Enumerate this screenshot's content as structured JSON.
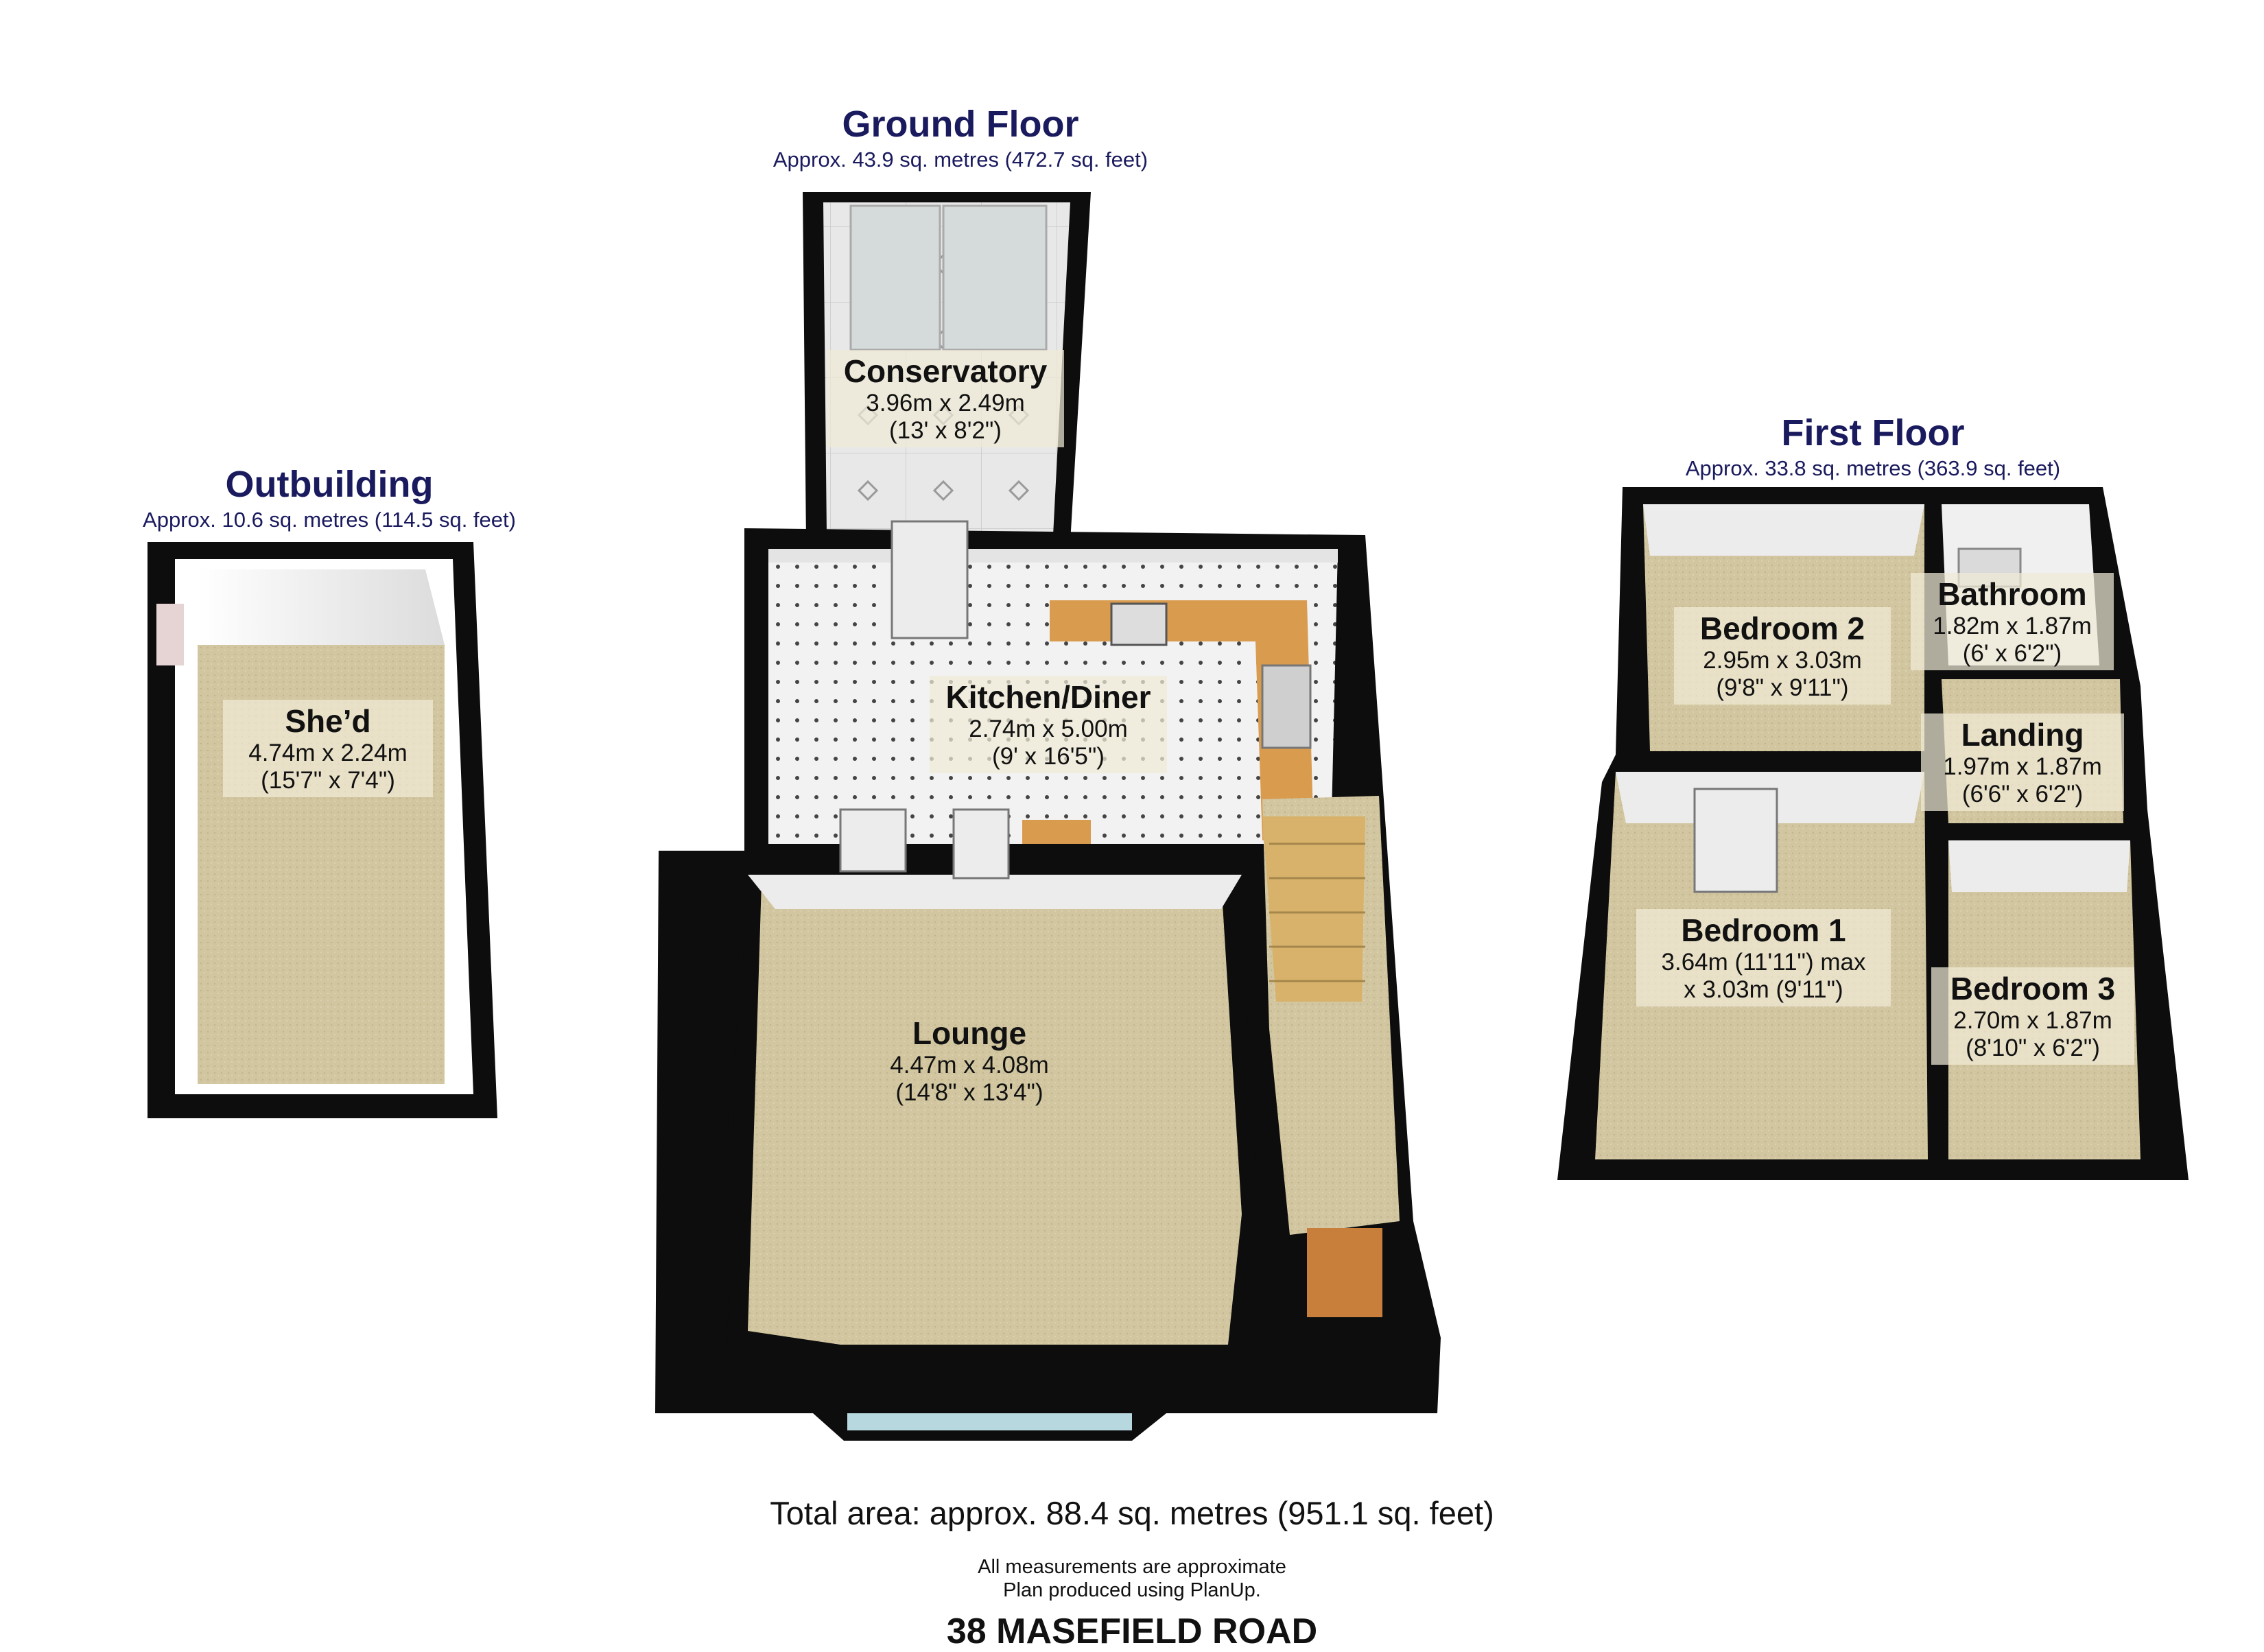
{
  "floors": {
    "ground": {
      "title": "Ground Floor",
      "area": "Approx. 43.9 sq. metres (472.7 sq. feet)"
    },
    "first": {
      "title": "First Floor",
      "area": "Approx. 33.8 sq. metres (363.9 sq. feet)"
    },
    "outbuilding": {
      "title": "Outbuilding",
      "area": "Approx. 10.6 sq. metres (114.5 sq. feet)"
    }
  },
  "rooms": {
    "conservatory": {
      "name": "Conservatory",
      "dim_m": "3.96m x 2.49m",
      "dim_ft": "(13' x 8'2\")"
    },
    "kitchen": {
      "name": "Kitchen/Diner",
      "dim_m": "2.74m x 5.00m",
      "dim_ft": "(9' x 16'5\")"
    },
    "lounge": {
      "name": "Lounge",
      "dim_m": "4.47m x 4.08m",
      "dim_ft": "(14'8\" x 13'4\")"
    },
    "shed": {
      "name": "She’d",
      "dim_m": "4.74m x 2.24m",
      "dim_ft": "(15'7\" x 7'4\")"
    },
    "bedroom2": {
      "name": "Bedroom 2",
      "dim_m": "2.95m x 3.03m",
      "dim_ft": "(9'8\" x 9'11\")"
    },
    "bathroom": {
      "name": "Bathroom",
      "dim_m": "1.82m x 1.87m",
      "dim_ft": "(6' x 6'2\")"
    },
    "landing": {
      "name": "Landing",
      "dim_m": "1.97m x 1.87m",
      "dim_ft": "(6'6\" x 6'2\")"
    },
    "bedroom1": {
      "name": "Bedroom 1",
      "dim_m": "3.64m (11'11\") max",
      "dim_ft": "x 3.03m (9'11\")"
    },
    "bedroom3": {
      "name": "Bedroom 3",
      "dim_m": "2.70m x 1.87m",
      "dim_ft": "(8'10\" x 6'2\")"
    }
  },
  "footer": {
    "total": "Total area: approx. 88.4 sq. metres (951.1 sq. feet)",
    "note1": "All measurements are approximate",
    "note2": "Plan produced using PlanUp.",
    "address": "38 MASEFIELD ROAD"
  },
  "colors": {
    "wall": "#0d0d0d",
    "carpet": "#d3c8a4",
    "tile": "#eeeeee",
    "worktop": "#d99b4e",
    "title": "#1a1a5e"
  }
}
